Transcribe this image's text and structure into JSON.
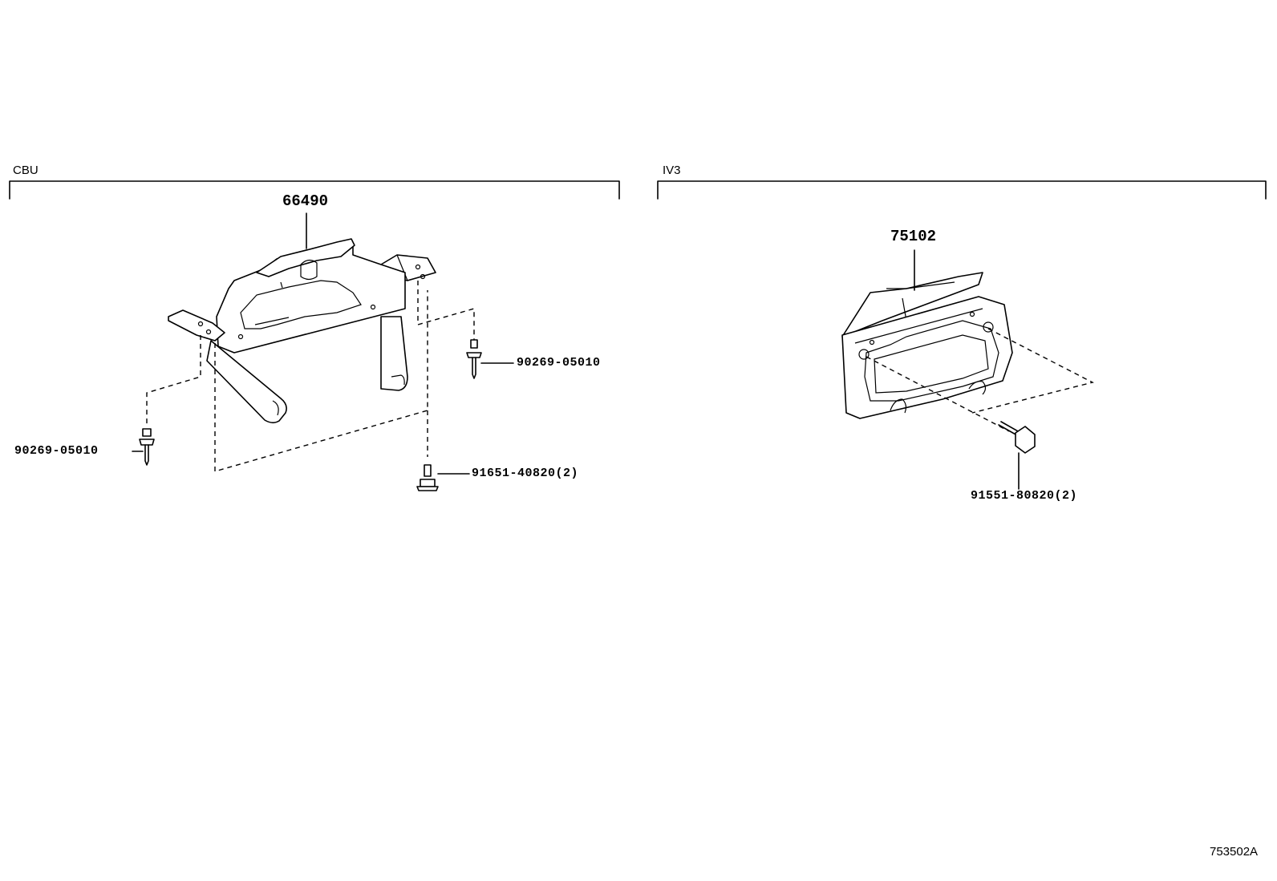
{
  "sections": {
    "left": {
      "label": "CBU"
    },
    "right": {
      "label": "IV3"
    }
  },
  "parts": {
    "bracket_cbu": "66490",
    "clip_right": "90269-05010",
    "clip_left": "90269-05010",
    "bolt_cbu": "91651-40820(2)",
    "bracket_iv3": "75102",
    "bolt_iv3": "91551-80820(2)"
  },
  "diagram_id": "753502A"
}
